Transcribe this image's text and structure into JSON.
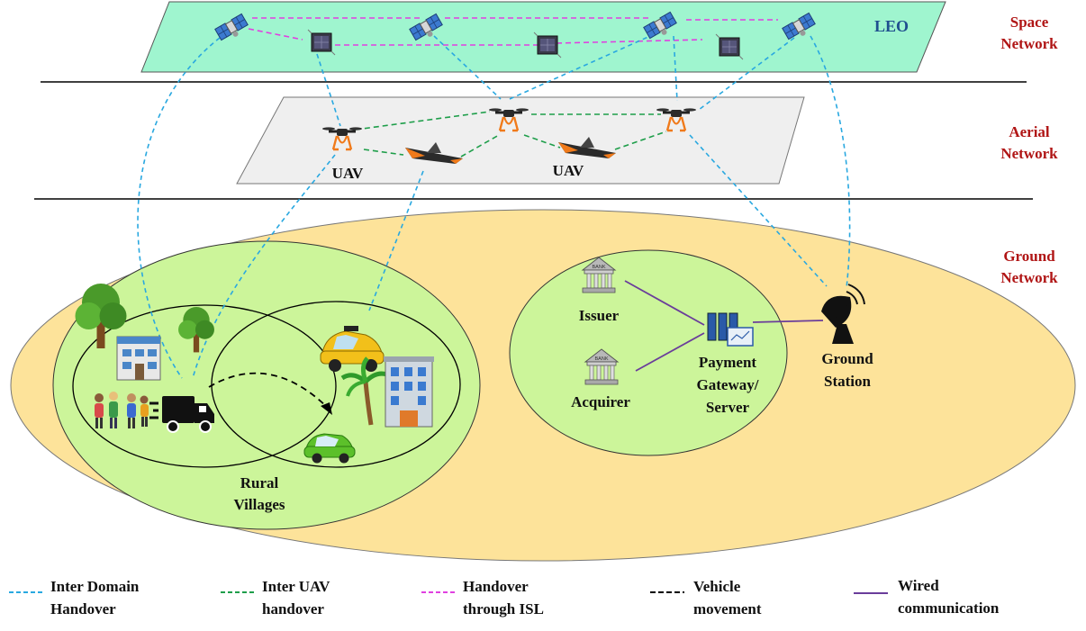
{
  "layers": {
    "space": {
      "label_line1": "Space",
      "label_line2": "Network",
      "plane_label": "LEO"
    },
    "aerial": {
      "label_line1": "Aerial",
      "label_line2": "Network"
    },
    "ground": {
      "label_line1": "Ground",
      "label_line2": "Network"
    }
  },
  "aerial_labels": {
    "uav_left": "UAV",
    "uav_right": "UAV"
  },
  "rural": {
    "line1": "Rural",
    "line2": "Villages"
  },
  "payment": {
    "issuer": "Issuer",
    "acquirer": "Acquirer",
    "gateway_line1": "Payment",
    "gateway_line2": "Gateway/",
    "gateway_line3": "Server",
    "bank_sign": "BANK"
  },
  "ground_station": {
    "line1": "Ground",
    "line2": "Station"
  },
  "legend": [
    {
      "line1": "Inter Domain",
      "line2": "Handover",
      "color": "#29a8e0",
      "style": "dashed"
    },
    {
      "line1": "Inter UAV",
      "line2": "handover",
      "color": "#1e9e4a",
      "style": "dashed"
    },
    {
      "line1": "Handover",
      "line2": "through ISL",
      "color": "#e040e0",
      "style": "dashed"
    },
    {
      "line1": "Vehicle",
      "line2": "movement",
      "color": "#000000",
      "style": "dashed"
    },
    {
      "line1": "Wired",
      "line2": "communication",
      "color": "#6a3d9a",
      "style": "solid"
    }
  ],
  "colors": {
    "space_plane": "#9ff5cf",
    "aerial_plane": "#efefef",
    "ground_ellipse": "#fde39a",
    "rural_ellipse": "#ccf59a",
    "payment_ellipse": "#ccf59a",
    "inter_domain": "#29a8e0",
    "inter_uav": "#1e9e4a",
    "isl": "#e040e0",
    "wired": "#6a3d9a",
    "layer_label": "#b01515",
    "leo_label": "#1f4f8f"
  },
  "icons": [
    "satellite-icon",
    "drone-icon",
    "fixed-wing-uav-icon",
    "bank-icon",
    "server-icon",
    "satellite-dish-icon",
    "tree-icon",
    "building-icon",
    "people-icon",
    "truck-icon",
    "taxi-icon",
    "car-icon",
    "palm-tree-icon"
  ]
}
